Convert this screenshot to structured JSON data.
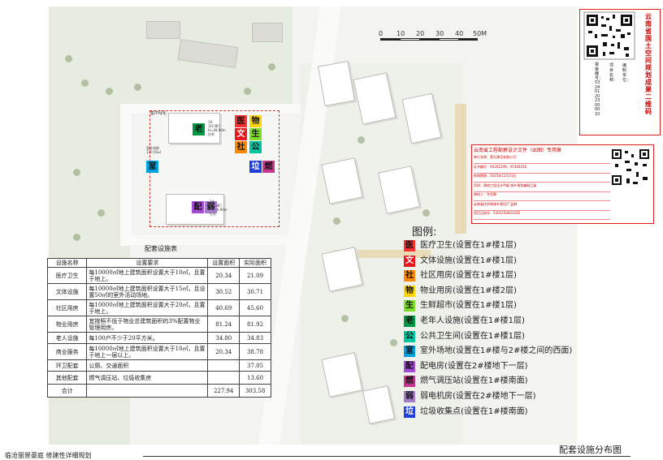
{
  "scale_bar": {
    "ticks": [
      "0",
      "10",
      "20",
      "30",
      "40",
      "50M"
    ]
  },
  "map": {
    "site_label_1": "集中绿化",
    "site_label_2": "室外场地\n170.50㎡",
    "bldg1": "1#\n11F/8F/\nH=48.90m\n住宅",
    "bldg2": "2#\n11F/8F/\nH=48.90m\n住宅",
    "tiles": [
      {
        "char": "医",
        "bg": "#ff3030",
        "fg": "#111"
      },
      {
        "char": "物",
        "bg": "#ffd400",
        "fg": "#111"
      },
      {
        "char": "老",
        "bg": "#009a44",
        "fg": "#111"
      },
      {
        "char": "文",
        "bg": "#e8191e",
        "fg": "#fff"
      },
      {
        "char": "生",
        "bg": "#7cdf2a",
        "fg": "#111"
      },
      {
        "char": "社",
        "bg": "#ff8a00",
        "fg": "#111"
      },
      {
        "char": "公",
        "bg": "#00c6a0",
        "fg": "#111"
      },
      {
        "char": "室",
        "bg": "#00a3e0",
        "fg": "#111"
      },
      {
        "char": "垃",
        "bg": "#1e3fd8",
        "fg": "#fff"
      },
      {
        "char": "燃",
        "bg": "#c8368f",
        "fg": "#111"
      },
      {
        "char": "配",
        "bg": "#a64bd6",
        "fg": "#111"
      },
      {
        "char": "弱",
        "bg": "#a47bc8",
        "fg": "#111"
      }
    ]
  },
  "table": {
    "title": "配套设施表",
    "headers": [
      "设施名称",
      "设置要求",
      "设置面积",
      "实际面积"
    ],
    "rows": [
      [
        "医疗卫生",
        "每10000㎡地上建筑面积设置大于10㎡，且置于地上。",
        "20.34",
        "21.09"
      ],
      [
        "文体设施",
        "每10000㎡地上建筑面积设置大于15㎡，且设置50㎡的室外活动场地。",
        "30.52",
        "30.71"
      ],
      [
        "社区用房",
        "每10000㎡地上建筑面积设置大于20㎡，且置于地上。",
        "40.69",
        "45.60"
      ],
      [
        "物业用房",
        "宜按照不低于物业总建筑面积的3%配置物业管理用房。",
        "81.24",
        "81.92"
      ],
      [
        "老人设施",
        "每100户不少于20平方米。",
        "34.80",
        "34.83"
      ],
      [
        "商业服务",
        "每10000㎡地上建筑面积设置大于10㎡，且置于地上一层以上。",
        "20.34",
        "38.78"
      ],
      [
        "环卫配套",
        "公厕、交通面积",
        "",
        "37.05"
      ],
      [
        "其他配套",
        "燃气调压站、垃圾收集房",
        "",
        "13.60"
      ],
      [
        "合计",
        "",
        "227.94",
        "303.58"
      ]
    ]
  },
  "legend": {
    "title": "图例:",
    "items": [
      {
        "char": "医",
        "text": "医疗卫生(设置在1#楼1层)",
        "bg": "#ff3030",
        "fg": "#111"
      },
      {
        "char": "文",
        "text": "文体设施(设置在1#楼1层)",
        "bg": "#e8191e",
        "fg": "#fff"
      },
      {
        "char": "社",
        "text": "社区用房(设置在1#楼1层)",
        "bg": "#ff8a00",
        "fg": "#111"
      },
      {
        "char": "物",
        "text": "物业用房(设置在1#楼2层)",
        "bg": "#ffd400",
        "fg": "#111"
      },
      {
        "char": "生",
        "text": "生鲜超市(设置在1#楼1层)",
        "bg": "#7cdf2a",
        "fg": "#111"
      },
      {
        "char": "老",
        "text": "老年人设施(设置在1#楼1层)",
        "bg": "#009a44",
        "fg": "#111"
      },
      {
        "char": "公",
        "text": "公共卫生间(设置在1#楼1层)",
        "bg": "#00c6a0",
        "fg": "#111"
      },
      {
        "char": "室",
        "text": "室外场地(设置在1#楼与2#楼之间的西面)",
        "bg": "#00a3e0",
        "fg": "#111"
      },
      {
        "char": "配",
        "text": "配电房(设置在2#楼地下一层)",
        "bg": "#a64bd6",
        "fg": "#111"
      },
      {
        "char": "燃",
        "text": "燃气调压站(设置在1#楼南面)",
        "bg": "#c8368f",
        "fg": "#111"
      },
      {
        "char": "弱",
        "text": "弱电机房(设置在2#楼地下一层)",
        "bg": "#a47bc8",
        "fg": "#111"
      },
      {
        "char": "垃",
        "text": "垃圾收集点(设置在1#楼南面)",
        "bg": "#1e3fd8",
        "fg": "#fff"
      }
    ]
  },
  "qr_panel": {
    "title": "云南省国土空间规划成果二维码",
    "col1": "编制单位：",
    "col2": "项目名称：",
    "col3": "报审编号：5324012023000010"
  },
  "approval": {
    "title": "云南省工程勘察设计文件（出图）专用章",
    "lines": [
      "单位名称：楚天建设有限公司",
      "证书编号：A5301209，A5300256",
      "有效期限：2025年12月31日",
      "资质：建筑工程设计甲级 城乡规划编制乙级",
      "审核人：专用章",
      "云南省住房和城乡建设厅 监制",
      "项目注册号：5301250601016"
    ]
  },
  "footer": {
    "left": "临沧丽景豪庭 修建性详细规划",
    "right": "配套设施分布图"
  }
}
